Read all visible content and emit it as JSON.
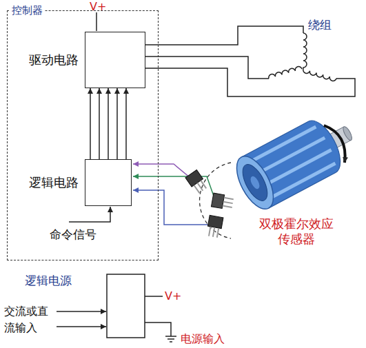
{
  "diagram": {
    "nodes": [
      {
        "text": [
          "控制器"
        ]
      },
      {
        "text": [
          "驱动电路"
        ],
        "in": 0
      },
      {
        "text": [
          "逻辑电路"
        ],
        "in": 0
      }
    ],
    "edges": [
      {
        "from": 2,
        "to": 1,
        "arrow": "to"
      },
      {
        "from": 2,
        "to": 1,
        "arrow": "to"
      },
      {
        "from": 2,
        "to": 1,
        "arrow": "to"
      },
      {
        "from": 2,
        "to": 1,
        "arrow": "to"
      },
      {
        "from": 2,
        "to": 1,
        "arrow": "to"
      }
    ],
    "labels": [
      "V+",
      "绕组",
      "双极霍尔效应 传感器",
      "命令信号",
      "逻辑电源",
      "交流或直 流输入",
      "V+",
      "电源输入"
    ]
  }
}
